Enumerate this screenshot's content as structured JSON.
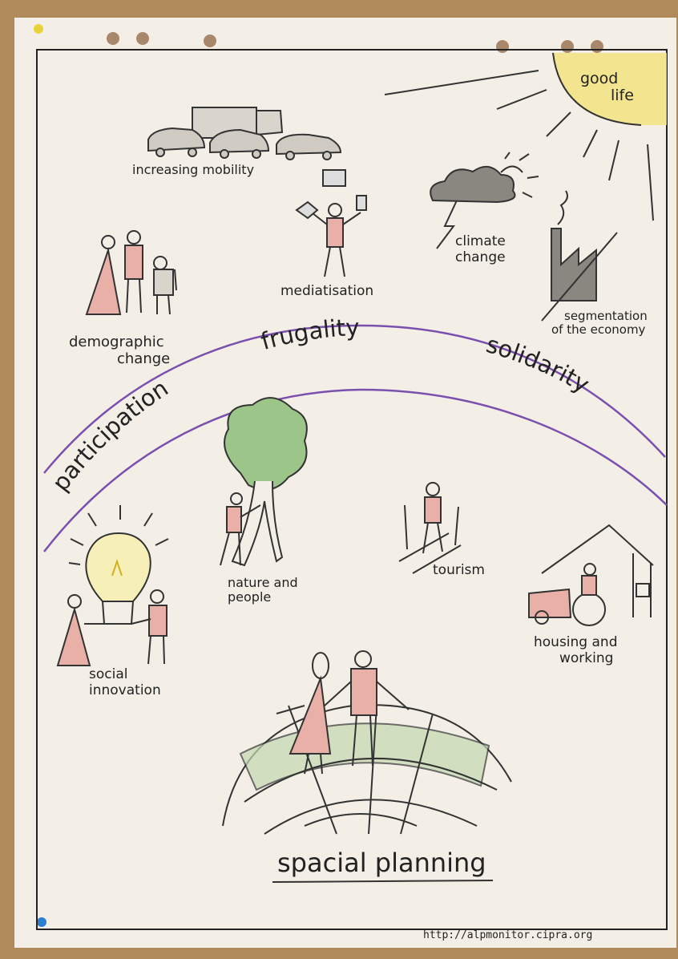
{
  "sun": {
    "line1": "good",
    "line2": "life",
    "color": "#f2e27a"
  },
  "topics": {
    "increasing_mobility": "increasing mobility",
    "mediatisation": "mediatisation",
    "climate_change_1": "climate",
    "climate_change_2": "change",
    "segmentation_1": "segmentation",
    "segmentation_2": "of the economy",
    "demographic_1": "demographic",
    "demographic_2": "change",
    "nature_1": "nature and",
    "nature_2": "people",
    "tourism": "tourism",
    "housing_1": "housing and",
    "housing_2": "working",
    "social_1": "social",
    "social_2": "innovation",
    "spacial_planning": "spacial planning"
  },
  "arc_words": {
    "participation": "participation",
    "frugality": "frugality",
    "solidarity": "solidarity",
    "color": "#7a4fae"
  },
  "footer": {
    "url": "http://alpmonitor.cipra.org"
  },
  "colors": {
    "paper": "#f3efe6",
    "board": "#b08a5a",
    "tree": "#9cc58a",
    "figure": "#e8b0a6"
  }
}
